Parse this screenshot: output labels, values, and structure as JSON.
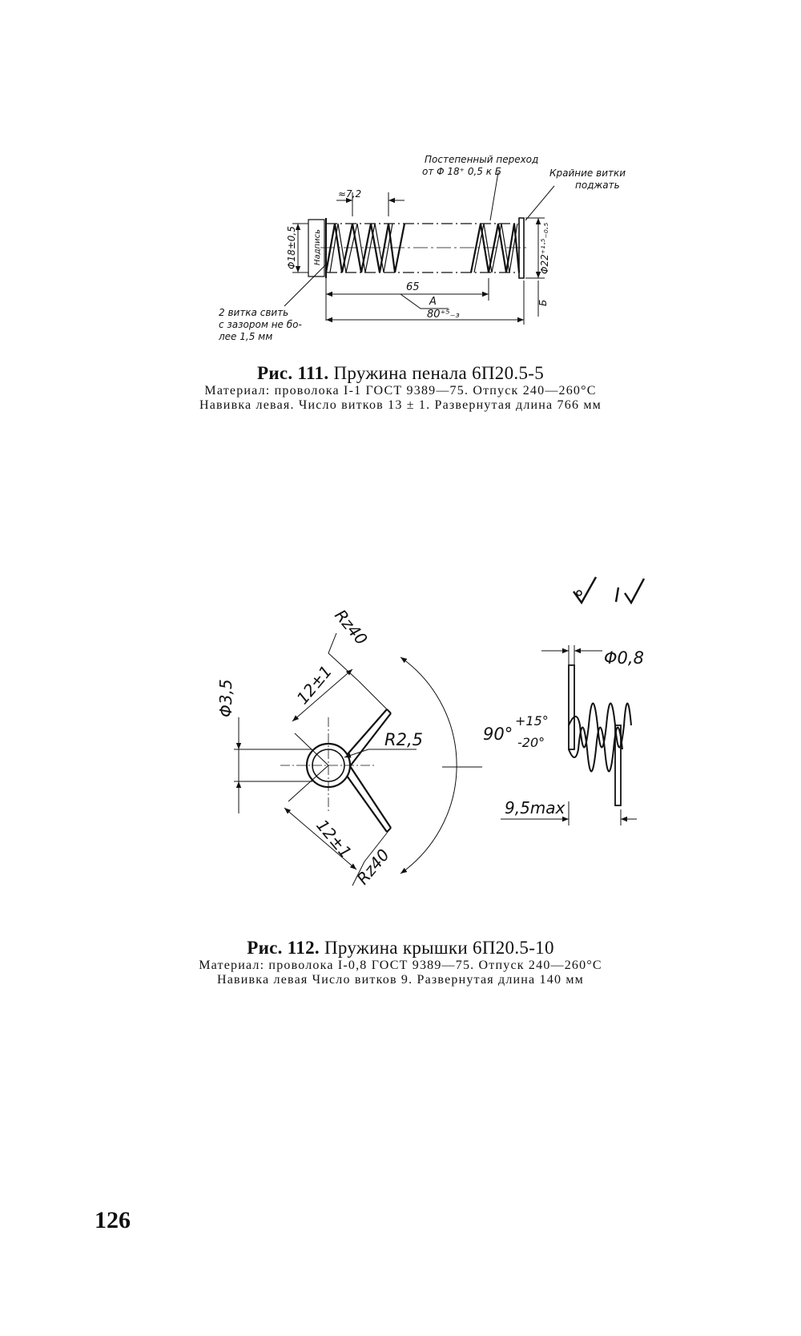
{
  "figure111": {
    "notes": {
      "transition_line1": "Постепенный переход",
      "transition_line2": "от Φ 18⁺ 0,5 к Б",
      "end_coils_line1": "Крайние витки",
      "end_coils_line2": "поджать",
      "left_note_line1": "2 витка свить",
      "left_note_line2": "с зазором не бо-",
      "left_note_line3": "лее 1,5 мм",
      "label_inscription": "Надпись"
    },
    "dims": {
      "pitch": "≈7,2",
      "diameter_left": "Φ18±0,5",
      "diameter_right": "Φ22⁺¹·⁵₋₀.₅",
      "length_65": "65",
      "length_A": "A",
      "length_total": "80⁺⁵₋₃",
      "section_b": "Б"
    },
    "caption": {
      "label": "Рис. 111.",
      "title": "Пружина пенала 6П20.5-5",
      "line1": "Материал: проволока I-1 ГОСТ 9389—75. Отпуск 240—260°С",
      "line2": "Навивка левая. Число витков 13 ± 1. Развернутая длина 766 мм"
    }
  },
  "figure112": {
    "dims": {
      "rz_top": "Rz40",
      "rz_bottom": "Rz40",
      "leg_top": "12±1",
      "leg_bottom": "12±1",
      "diameter": "Φ3,5",
      "radius": "R2,5",
      "angle": "90°",
      "angle_plus": "+15°",
      "angle_minus": "-20°",
      "wire": "Φ0,8",
      "width": "9,5max"
    },
    "caption": {
      "label": "Рис. 112.",
      "title": "Пружина крышки 6П20.5-10",
      "line1": "Материал: проволока I-0,8 ГОСТ 9389—75. Отпуск 240—260°С",
      "line2": "Навивка левая Число витков 9. Развернутая длина 140 мм"
    }
  },
  "page": {
    "number": "126"
  }
}
